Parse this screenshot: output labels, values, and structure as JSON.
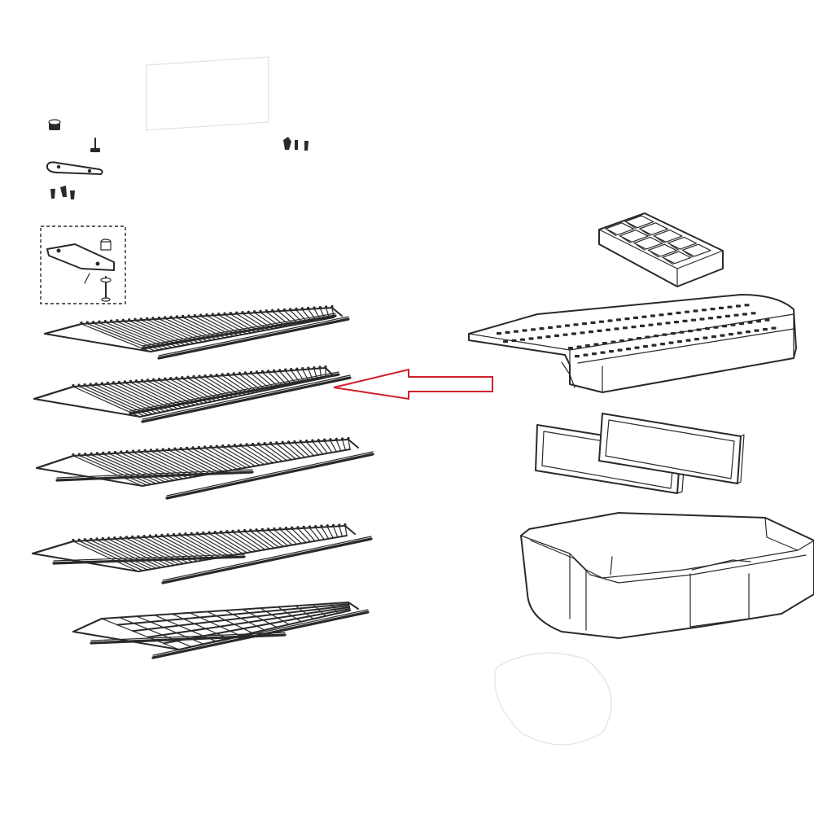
{
  "diagram": {
    "kind": "exploded-parts-view",
    "highlight_color": "#d0202a",
    "line_color": "#2a2a2a",
    "background": "#ffffff",
    "parts": [
      {
        "name": "hinge-hardware-set"
      },
      {
        "name": "hinge-assembly-detail"
      },
      {
        "name": "wire-shelf-1"
      },
      {
        "name": "wire-shelf-2-highlighted"
      },
      {
        "name": "wire-shelf-3"
      },
      {
        "name": "wire-shelf-4"
      },
      {
        "name": "wire-rack-open-grid"
      },
      {
        "name": "ice-cube-tray"
      },
      {
        "name": "freezer-compartment-cover"
      },
      {
        "name": "flaps-pair"
      },
      {
        "name": "crisper-drawer"
      }
    ],
    "callout": {
      "points_to": "wire-shelf-2-highlighted",
      "shape": "outline-arrow"
    }
  }
}
